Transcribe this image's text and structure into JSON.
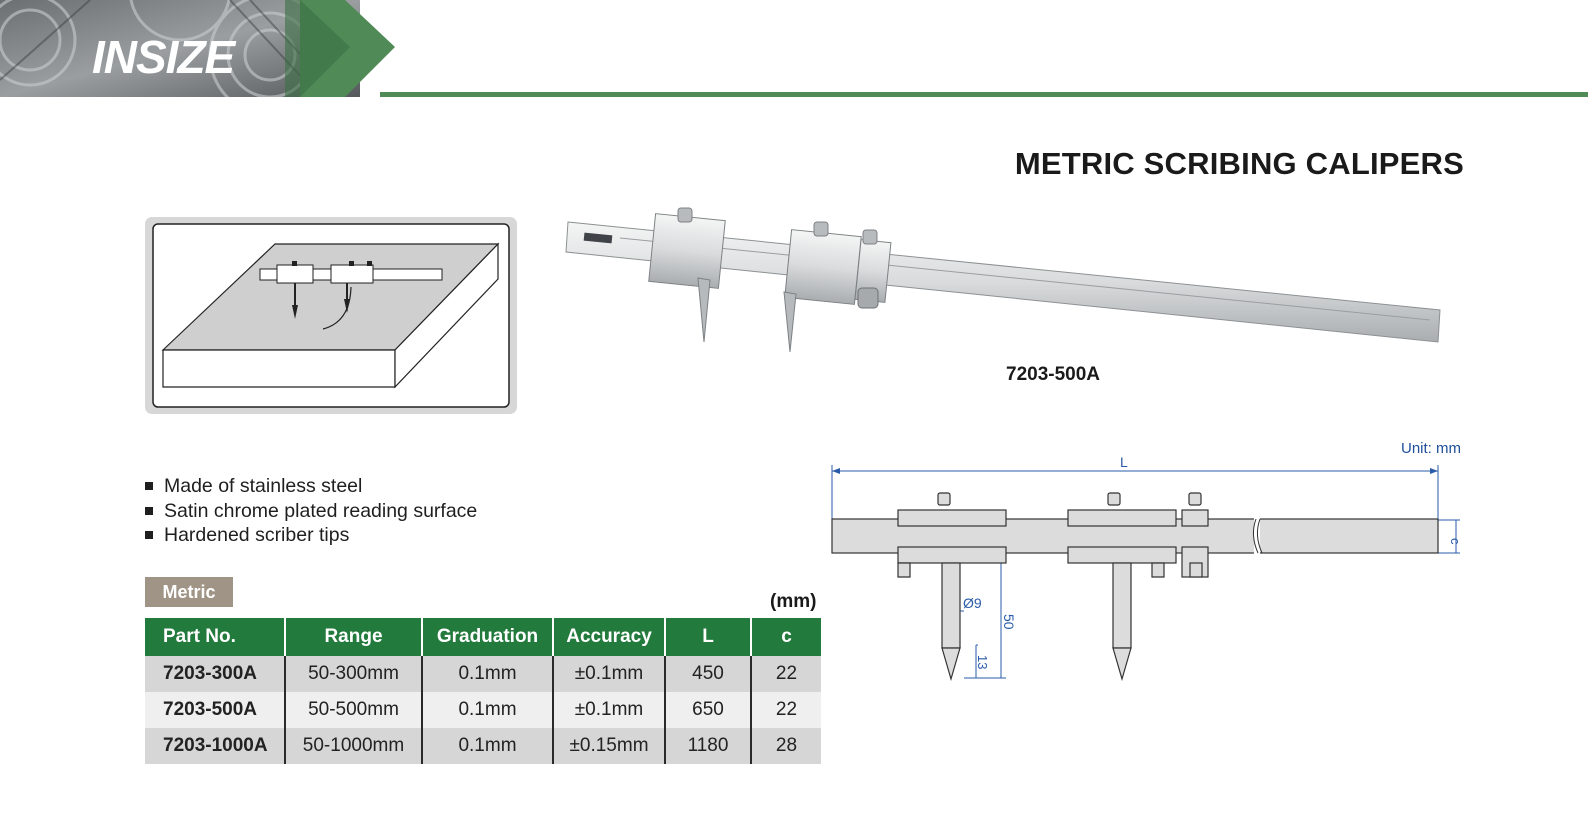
{
  "brand": {
    "logo_text": "INSIZE"
  },
  "page": {
    "title": "METRIC SCRIBING CALIPERS"
  },
  "product": {
    "caption": "7203-500A"
  },
  "features": [
    "Made of stainless steel",
    "Satin chrome plated reading surface",
    "Hardened scriber tips"
  ],
  "table": {
    "tag": "Metric",
    "unit": "(mm)",
    "headers": [
      "Part No.",
      "Range",
      "Graduation",
      "Accuracy",
      "L",
      "c"
    ],
    "rows": [
      [
        "7203-300A",
        "50-300mm",
        "0.1mm",
        "±0.1mm",
        "450",
        "22"
      ],
      [
        "7203-500A",
        "50-500mm",
        "0.1mm",
        "±0.1mm",
        "650",
        "22"
      ],
      [
        "7203-1000A",
        "50-1000mm",
        "0.1mm",
        "±0.15mm",
        "1180",
        "28"
      ]
    ]
  },
  "drawing": {
    "unit_note": "Unit: mm",
    "label_L": "L",
    "label_c": "c",
    "label_diameter": "Ø9",
    "label_50": "50",
    "label_13": "13"
  },
  "colors": {
    "header_green": "#237a3d",
    "banner_green": "#4f8a57",
    "tag_taupe": "#a09486",
    "dimension_blue": "#2a5ba8"
  }
}
